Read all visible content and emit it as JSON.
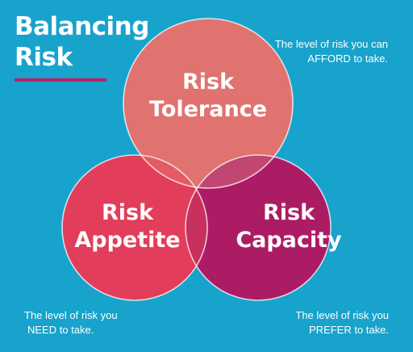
{
  "title": {
    "line1": "Balancing",
    "line2": "Risk"
  },
  "circles": {
    "tolerance": {
      "line1": "Risk",
      "line2": "Tolerance",
      "color": "#e0736f"
    },
    "appetite": {
      "line1": "Risk",
      "line2": "Appetite",
      "color": "#e23d5a"
    },
    "capacity": {
      "line1": "Risk",
      "line2": "Capacity",
      "color": "#ac1c64"
    }
  },
  "captions": {
    "tolerance": {
      "line1": "The level of risk you can",
      "line2": "AFFORD to take."
    },
    "appetite": {
      "line1": "The level of risk you",
      "line2": "NEED to take."
    },
    "capacity": {
      "line1": "The level of risk you",
      "line2": "PREFER to take."
    }
  },
  "colors": {
    "background": "#17a3cb",
    "accent": "#b0246a",
    "circle_outline": "#ffffff"
  }
}
